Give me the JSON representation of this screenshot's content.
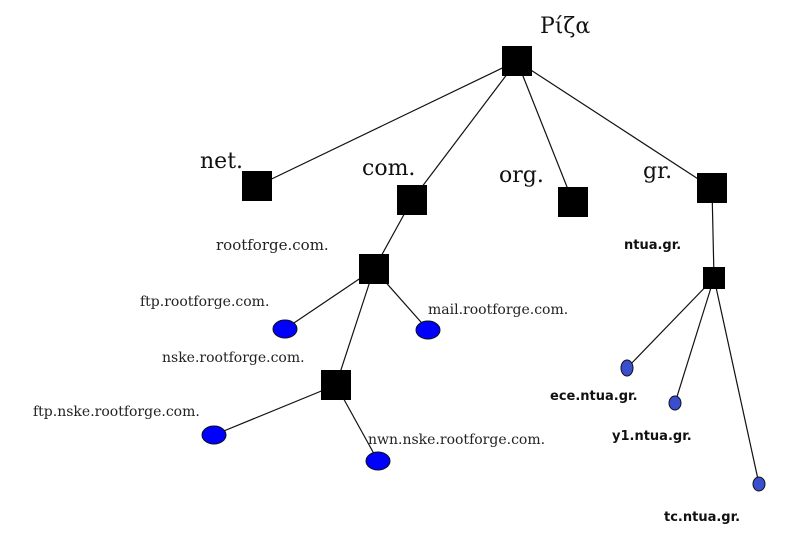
{
  "title": "DNS hierarchy tree",
  "colors": {
    "node_fill": "#000000",
    "leaf_fill_left": "#0000ff",
    "leaf_fill_right": "#3a4fd0",
    "edge": "#111111"
  },
  "nodes": [
    {
      "id": "root",
      "label": "Ρίζα",
      "kind": "domain"
    },
    {
      "id": "net",
      "label": "net.",
      "kind": "domain"
    },
    {
      "id": "com",
      "label": "com.",
      "kind": "domain"
    },
    {
      "id": "org",
      "label": "org.",
      "kind": "domain"
    },
    {
      "id": "gr",
      "label": "gr.",
      "kind": "domain"
    },
    {
      "id": "rootforge",
      "label": "rootforge.com.",
      "kind": "domain"
    },
    {
      "id": "ftp_rootforge",
      "label": "ftp.rootforge.com.",
      "kind": "host"
    },
    {
      "id": "mail_rootforge",
      "label": "mail.rootforge.com.",
      "kind": "host"
    },
    {
      "id": "nske",
      "label": "nske.rootforge.com.",
      "kind": "domain"
    },
    {
      "id": "ftp_nske",
      "label": "ftp.nske.rootforge.com.",
      "kind": "host"
    },
    {
      "id": "nwn_nske",
      "label": "nwn.nske.rootforge.com.",
      "kind": "host"
    },
    {
      "id": "ntua",
      "label": "ntua.gr.",
      "kind": "domain"
    },
    {
      "id": "ece",
      "label": "ece.ntua.gr.",
      "kind": "host"
    },
    {
      "id": "y1",
      "label": "y1.ntua.gr.",
      "kind": "host"
    },
    {
      "id": "tc",
      "label": "tc.ntua.gr.",
      "kind": "host"
    }
  ],
  "edges": [
    [
      "root",
      "net"
    ],
    [
      "root",
      "com"
    ],
    [
      "root",
      "org"
    ],
    [
      "root",
      "gr"
    ],
    [
      "com",
      "rootforge"
    ],
    [
      "rootforge",
      "ftp_rootforge"
    ],
    [
      "rootforge",
      "mail_rootforge"
    ],
    [
      "rootforge",
      "nske"
    ],
    [
      "nske",
      "ftp_nske"
    ],
    [
      "nske",
      "nwn_nske"
    ],
    [
      "gr",
      "ntua"
    ],
    [
      "ntua",
      "ece"
    ],
    [
      "ntua",
      "y1"
    ],
    [
      "ntua",
      "tc"
    ]
  ]
}
